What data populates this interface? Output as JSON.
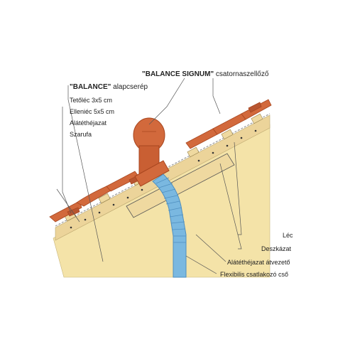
{
  "title": {
    "bold": "\"BALANCE SIGNUM\"",
    "rest": " csatornaszellőző"
  },
  "left_labels": {
    "tile_bold": "\"BALANCE\"",
    "tile_rest": " alapcserép",
    "item1": "Tetőléc 3x5 cm",
    "item2": "Elleniéc 5x5 cm",
    "item3": "Alátéthéjazat",
    "item4": "Szarufa"
  },
  "right_labels": {
    "item1": "Léc",
    "item2": "Deszkázat",
    "item3": "Alátéthéjazat átvezető",
    "item4": "Flexibilis csatlakozó cső"
  },
  "colors": {
    "tile": "#d2693c",
    "tile_dark": "#a8461f",
    "rafter": "#f4e3a8",
    "batten": "#efd9a0",
    "pipe": "#7ab8e0",
    "pipe_dark": "#4f8fbf",
    "membrane": "#bfbfbf",
    "lines": "#555555"
  }
}
